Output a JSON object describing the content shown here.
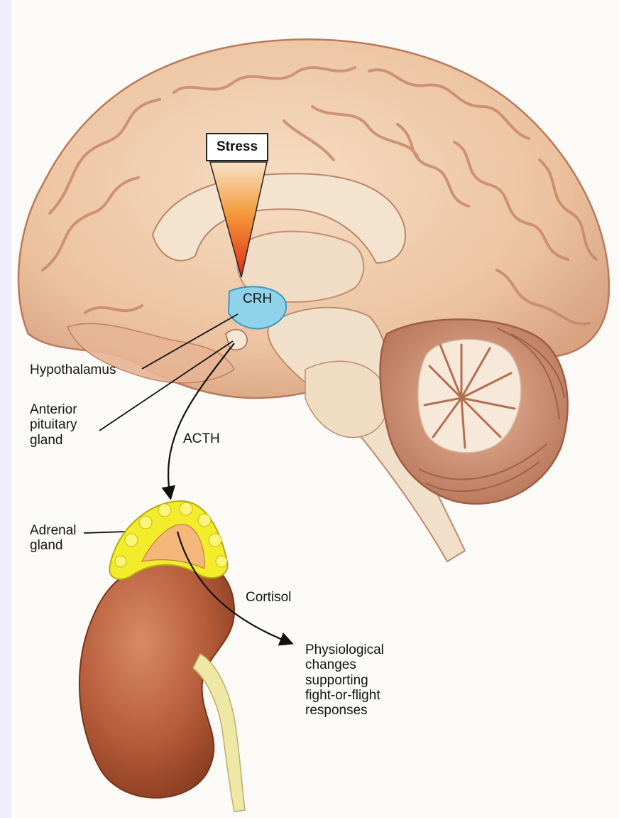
{
  "diagram": {
    "stress": "Stress",
    "crh": "CRH",
    "hypothalamus": "Hypothalamus",
    "anterior_pituitary": [
      "Anterior",
      "pituitary",
      "gland"
    ],
    "acth": "ACTH",
    "adrenal": [
      "Adrenal",
      "gland"
    ],
    "cortisol": "Cortisol",
    "response": [
      "Physiological",
      "changes",
      "supporting",
      "fight-or-flight",
      "responses"
    ]
  },
  "colors": {
    "brain": "#efc9a8",
    "brain_shadow": "#c98f72",
    "midline": "#f3e3cf",
    "hypothalamus": "#8fd3ea",
    "adrenal": "#f3ec2b",
    "kidney": "#b9623e",
    "arrow": "#e8341d"
  }
}
